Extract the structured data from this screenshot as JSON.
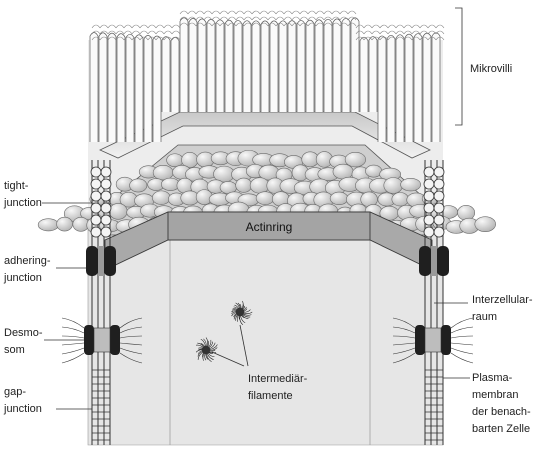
{
  "diagram": {
    "labels": {
      "mikrovilli": "Mikrovilli",
      "actinring": "Actinring",
      "tight_junction": [
        "tight-",
        "junction"
      ],
      "adhering_junction": [
        "adhering-",
        "junction"
      ],
      "desmosom": [
        "Desmo-",
        "som"
      ],
      "gap_junction": [
        "gap-",
        "junction"
      ],
      "intermediaer_filamente": [
        "Intermediär-",
        "filamente"
      ],
      "interzellularraum": [
        "Interzellular-",
        "raum"
      ],
      "plasmamembran": [
        "Plasma-",
        "membran",
        "der benach-",
        "barten Zelle"
      ]
    },
    "colors": {
      "background": "#ffffff",
      "cell_body": "#ededed",
      "actinring": "#a9a9a9",
      "vesicles": "#d4d4d4",
      "outline": "#333333",
      "junction": "#1f1f1f"
    }
  }
}
